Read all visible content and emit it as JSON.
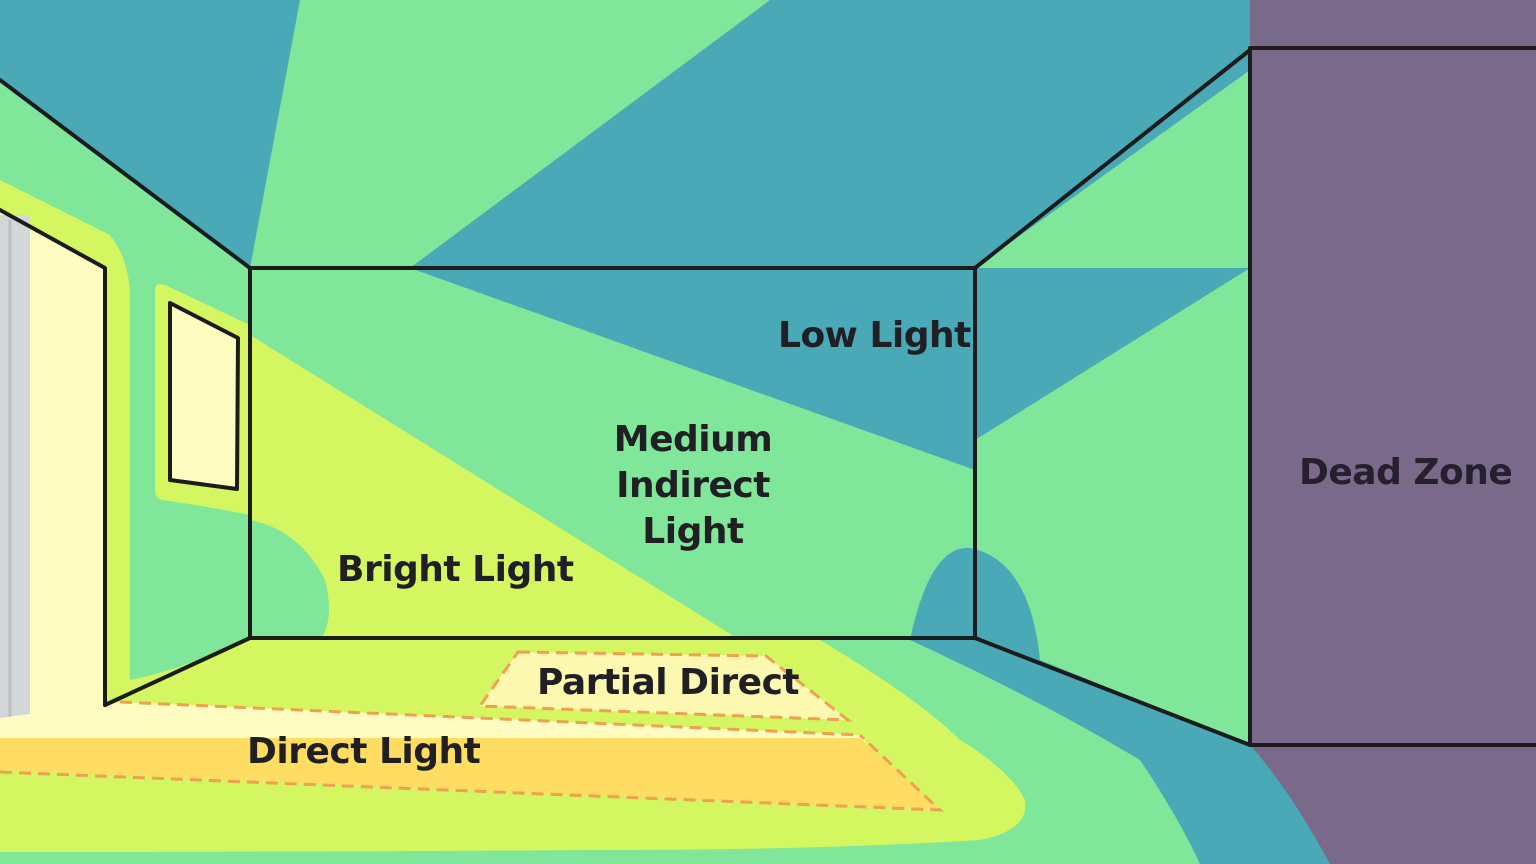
{
  "zones": {
    "low_light": "Low Light",
    "medium_indirect_light": "Medium Indirect\nLight",
    "bright_light": "Bright Light",
    "partial_direct": "Partial Direct",
    "direct_light": "Direct Light",
    "dead_zone": "Dead Zone"
  },
  "colors": {
    "low_light": "#49a9b6",
    "medium_light": "#80e69a",
    "bright_light": "#d4f761",
    "partial_direct": "#fdf8b0",
    "direct_light": "#fedd62",
    "window_glow": "#fefcc0",
    "dead_zone": "#7a6a8a",
    "outline": "#1c1c1c",
    "dashed_border": "#f0a050"
  }
}
